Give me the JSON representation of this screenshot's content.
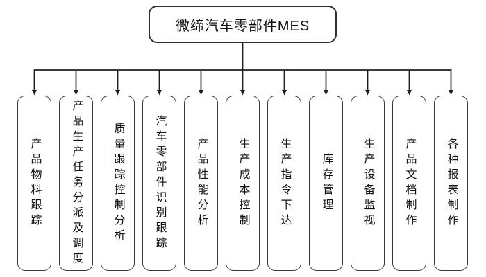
{
  "diagram": {
    "title": "微缔汽车零部件MES",
    "root": {
      "label": "微缔汽车零部件MES"
    },
    "children": [
      {
        "label": "产品物料跟踪"
      },
      {
        "label": "产品生产任务分派及调度"
      },
      {
        "label": "质量跟踪控制分析"
      },
      {
        "label": "汽车零部件识别跟踪"
      },
      {
        "label": "产品性能分析"
      },
      {
        "label": "生产成本控制"
      },
      {
        "label": "生产指令下达"
      },
      {
        "label": "库存管理"
      },
      {
        "label": "生产设备监视"
      },
      {
        "label": "产品文档制作"
      },
      {
        "label": "各种报表制作"
      }
    ],
    "colors": {
      "background": "#ffffff",
      "border": "#3a3a3a",
      "line": "#1f1f1f",
      "text": "#111111"
    }
  }
}
